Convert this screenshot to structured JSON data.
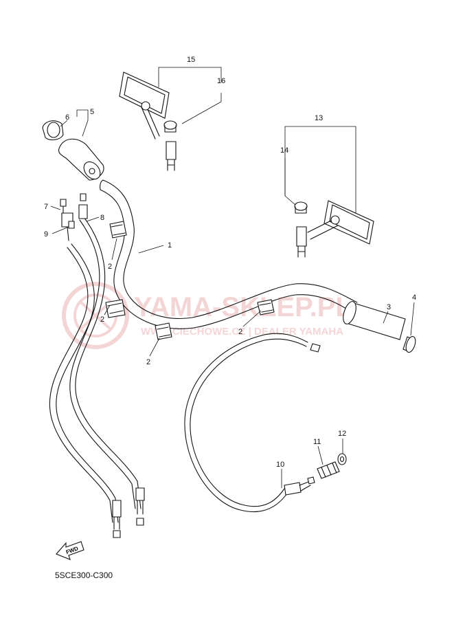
{
  "diagram": {
    "code": "5SCE300-C300",
    "fwd_label": "FWD"
  },
  "watermark": {
    "line1": "YAMA-SKLEP.PL",
    "line2": "WWW.CIECHOWE.CZ | DEALER YAMAHA",
    "color": "#e8a3a6"
  },
  "callouts": {
    "n1": "1",
    "n2a": "2",
    "n2b": "2",
    "n2c": "2",
    "n2d": "2",
    "n3": "3",
    "n4": "4",
    "n5": "5",
    "n6": "6",
    "n7": "7",
    "n8": "8",
    "n9": "9",
    "n10": "10",
    "n11": "11",
    "n12": "12",
    "n13": "13",
    "n14": "14",
    "n15": "15",
    "n16": "16"
  }
}
